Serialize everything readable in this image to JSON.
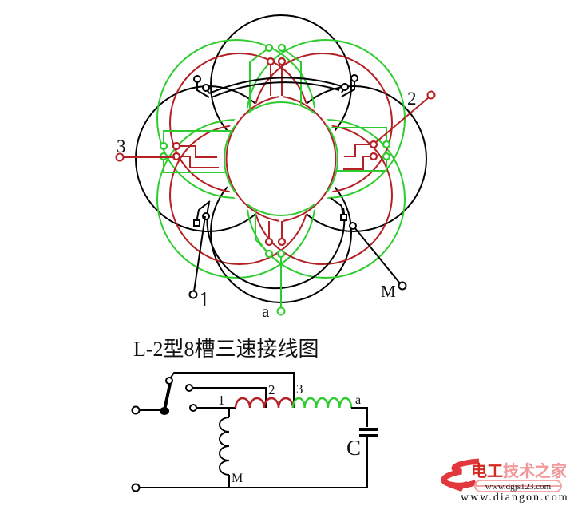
{
  "title": "L-2型8槽三速接线图",
  "winding": {
    "label_1": "1",
    "label_2": "2",
    "label_3": "3",
    "label_a": "a",
    "label_m": "M"
  },
  "schematic": {
    "label_1": "1",
    "label_2": "2",
    "label_3": "3",
    "label_a": "a",
    "label_m": "M",
    "label_c": "C"
  },
  "watermark": {
    "brand_primary": "电工",
    "brand_secondary": "技术之家",
    "stamp": "www.dgjs123.com",
    "site": "www.diangon.com"
  },
  "colors": {
    "wire_black": "#000000",
    "wire_red": "#b52025",
    "wire_green": "#2ecc2e",
    "logo_red": "#e2383d",
    "brand_red": "#d5281e",
    "brand_pink": "#f0989a",
    "stamp_pink": "#f2a7a8",
    "site_gray": "#8a8a8a"
  }
}
